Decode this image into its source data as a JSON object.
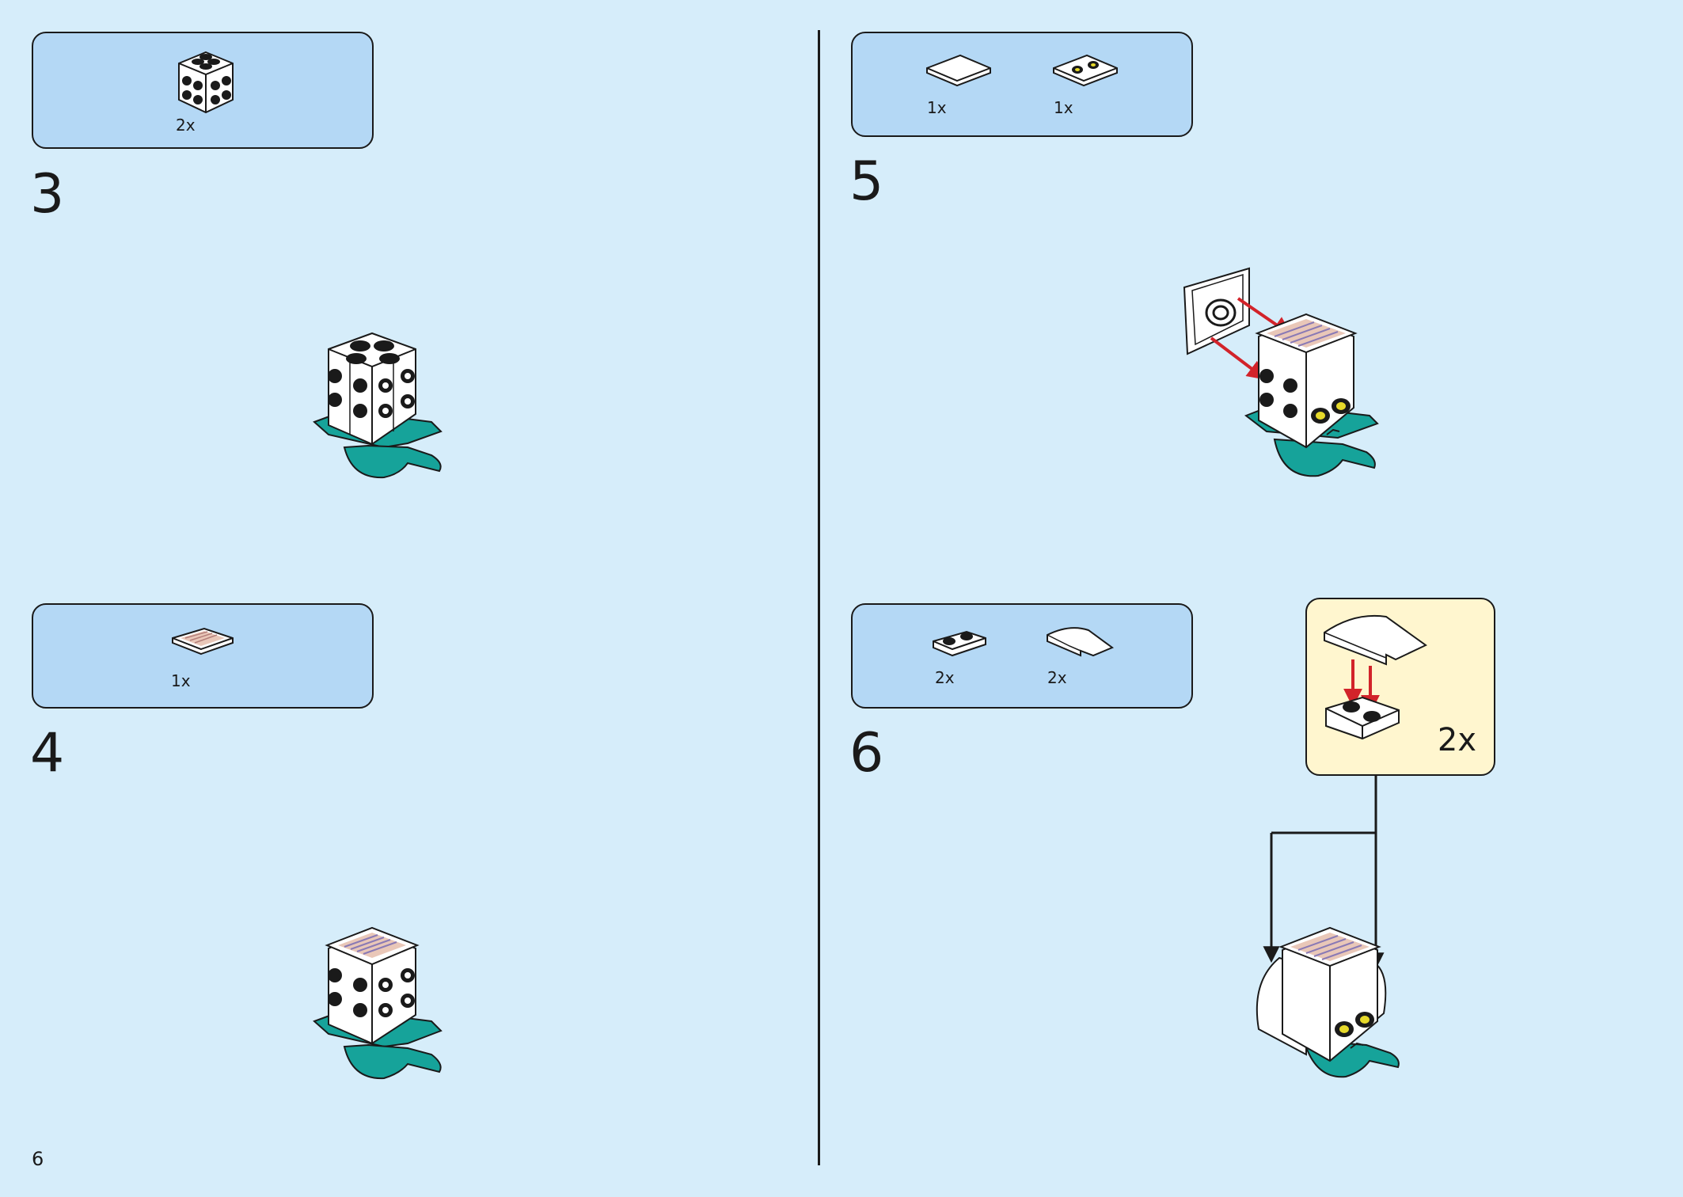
{
  "page_number": "6",
  "steps": [
    {
      "number": "3",
      "parts": [
        {
          "qty": "2x",
          "icon": "brick-2x2-studs-on-sides-white-icon"
        }
      ]
    },
    {
      "number": "4",
      "parts": [
        {
          "qty": "1x",
          "icon": "tile-2x2-printed-grille-icon"
        }
      ]
    },
    {
      "number": "5",
      "parts": [
        {
          "qty": "1x",
          "icon": "tile-2x2-white-icon"
        },
        {
          "qty": "1x",
          "icon": "tile-2x2-printed-eyes-icon"
        }
      ]
    },
    {
      "number": "6",
      "parts": [
        {
          "qty": "2x",
          "icon": "plate-1x2-two-studs-icon"
        },
        {
          "qty": "2x",
          "icon": "curved-slope-white-icon"
        }
      ]
    }
  ],
  "callout": {
    "qty": "2x"
  },
  "colors": {
    "background": "#d6edfa",
    "parts_box": "#b4d8f5",
    "callout": "#fff6cf",
    "teal": "#16a39a",
    "arrow_red": "#d2232a",
    "outline": "#1a1a1a"
  }
}
